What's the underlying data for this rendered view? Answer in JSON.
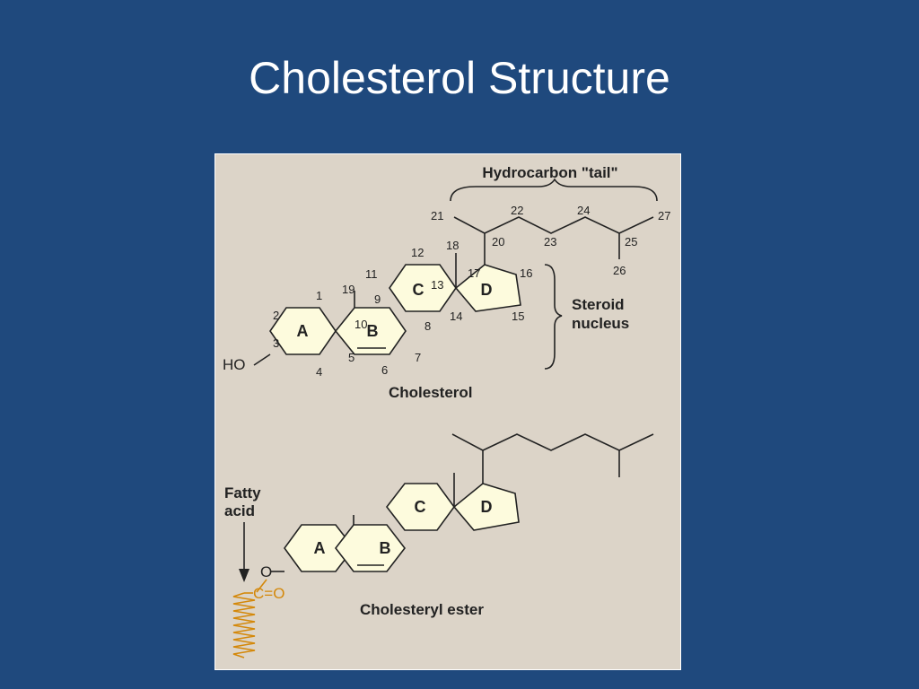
{
  "slide": {
    "title": "Cholesterol Structure"
  },
  "cholesterol": {
    "rings": [
      "A",
      "B",
      "C",
      "D"
    ],
    "carbon_numbers": [
      "1",
      "2",
      "3",
      "4",
      "5",
      "6",
      "7",
      "8",
      "9",
      "10",
      "11",
      "12",
      "13",
      "14",
      "15",
      "16",
      "17",
      "18",
      "19",
      "20",
      "21",
      "22",
      "23",
      "24",
      "25",
      "26",
      "27"
    ],
    "hydroxyl": "HO",
    "tail_label": "Hydrocarbon \"tail\"",
    "nucleus_label_line1": "Steroid",
    "nucleus_label_line2": "nucleus",
    "caption": "Cholesterol"
  },
  "ester": {
    "rings": [
      "A",
      "B",
      "C",
      "D"
    ],
    "fatty_acid_line1": "Fatty",
    "fatty_acid_line2": "acid",
    "oxygen": "O",
    "carbonyl": "C=O",
    "caption": "Cholesteryl ester"
  },
  "colors": {
    "background": "#1f497d",
    "panel": "#dcd4c8",
    "ring_fill": "#fdfbdd",
    "ester_accent": "#d4880a"
  }
}
